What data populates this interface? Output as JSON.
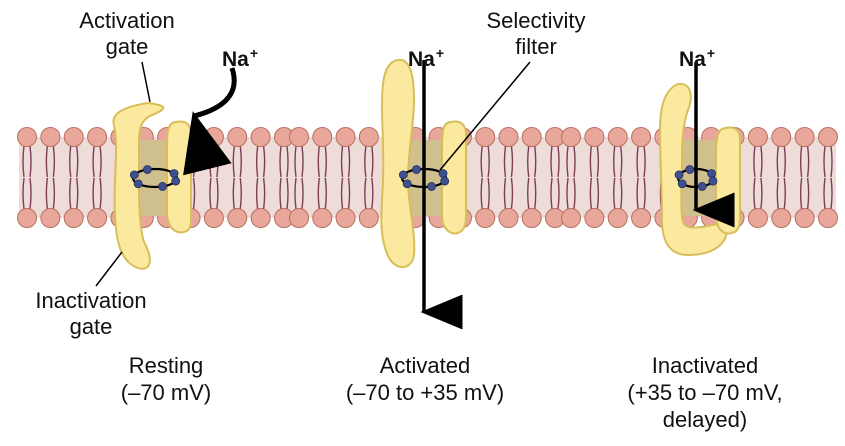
{
  "labels": {
    "activation_gate": [
      "Activation",
      "gate"
    ],
    "selectivity_filter": [
      "Selectivity",
      "filter"
    ],
    "inactivation_gate": [
      "Inactivation",
      "gate"
    ],
    "ion": {
      "symbol": "Na",
      "charge": "+"
    }
  },
  "states": [
    {
      "name": "Resting",
      "voltage": "(–70 mV)"
    },
    {
      "name": "Activated",
      "voltage": "(–70 to +35 mV)"
    },
    {
      "name": "Inactivated",
      "voltage": [
        "(+35 to –70 mV,",
        "delayed)"
      ]
    }
  ],
  "colors": {
    "membrane_band": "#eedcd8",
    "lipid_head": "#e8a79a",
    "lipid_head_stroke": "#b7705f",
    "lipid_tail": "#7e3d55",
    "channel_protein": "#fbe9a0",
    "channel_stroke": "#d9bd5a",
    "pore": "#cfc08d",
    "filter_dots": "#3f4f8f",
    "arrow": "#000000"
  }
}
